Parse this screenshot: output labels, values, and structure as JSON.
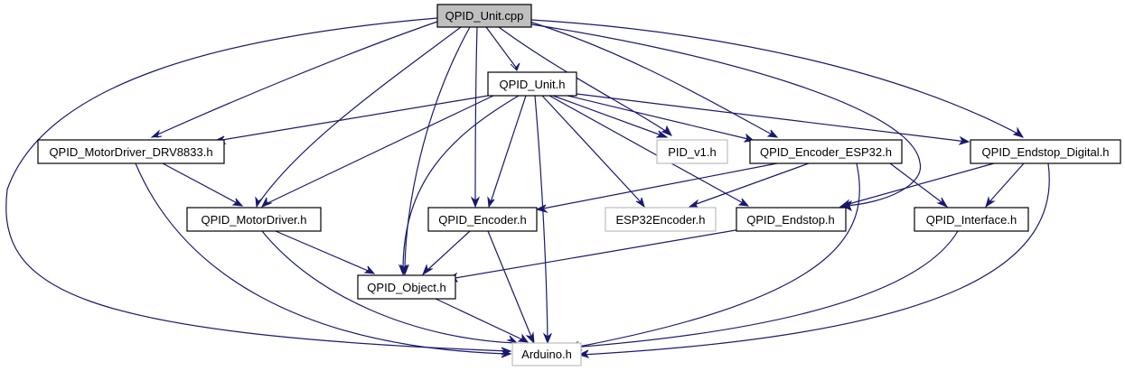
{
  "diagram": {
    "nodes": {
      "qpid_unit_cpp": {
        "label": "QPID_Unit.cpp"
      },
      "qpid_unit_h": {
        "label": "QPID_Unit.h"
      },
      "qpid_motordriver_drv8833_h": {
        "label": "QPID_MotorDriver_DRV8833.h"
      },
      "pid_v1_h": {
        "label": "PID_v1.h"
      },
      "qpid_encoder_esp32_h": {
        "label": "QPID_Encoder_ESP32.h"
      },
      "qpid_endstop_digital_h": {
        "label": "QPID_Endstop_Digital.h"
      },
      "qpid_motordriver_h": {
        "label": "QPID_MotorDriver.h"
      },
      "qpid_encoder_h": {
        "label": "QPID_Encoder.h"
      },
      "esp32encoder_h": {
        "label": "ESP32Encoder.h"
      },
      "qpid_endstop_h": {
        "label": "QPID_Endstop.h"
      },
      "qpid_interface_h": {
        "label": "QPID_Interface.h"
      },
      "qpid_object_h": {
        "label": "QPID_Object.h"
      },
      "arduino_h": {
        "label": "Arduino.h"
      }
    },
    "edges": [
      {
        "from": "qpid_unit_cpp",
        "to": "qpid_unit_h"
      },
      {
        "from": "qpid_unit_cpp",
        "to": "qpid_motordriver_drv8833_h"
      },
      {
        "from": "qpid_unit_cpp",
        "to": "pid_v1_h"
      },
      {
        "from": "qpid_unit_cpp",
        "to": "qpid_encoder_esp32_h"
      },
      {
        "from": "qpid_unit_cpp",
        "to": "qpid_endstop_digital_h"
      },
      {
        "from": "qpid_unit_cpp",
        "to": "qpid_motordriver_h"
      },
      {
        "from": "qpid_unit_cpp",
        "to": "qpid_encoder_h"
      },
      {
        "from": "qpid_unit_cpp",
        "to": "qpid_endstop_h"
      },
      {
        "from": "qpid_unit_cpp",
        "to": "qpid_object_h"
      },
      {
        "from": "qpid_unit_cpp",
        "to": "arduino_h"
      },
      {
        "from": "qpid_unit_h",
        "to": "qpid_motordriver_drv8833_h"
      },
      {
        "from": "qpid_unit_h",
        "to": "pid_v1_h"
      },
      {
        "from": "qpid_unit_h",
        "to": "qpid_encoder_esp32_h"
      },
      {
        "from": "qpid_unit_h",
        "to": "qpid_endstop_digital_h"
      },
      {
        "from": "qpid_unit_h",
        "to": "qpid_motordriver_h"
      },
      {
        "from": "qpid_unit_h",
        "to": "qpid_encoder_h"
      },
      {
        "from": "qpid_unit_h",
        "to": "esp32encoder_h"
      },
      {
        "from": "qpid_unit_h",
        "to": "qpid_endstop_h"
      },
      {
        "from": "qpid_unit_h",
        "to": "qpid_object_h"
      },
      {
        "from": "qpid_unit_h",
        "to": "arduino_h"
      },
      {
        "from": "qpid_motordriver_drv8833_h",
        "to": "qpid_motordriver_h"
      },
      {
        "from": "qpid_motordriver_drv8833_h",
        "to": "arduino_h"
      },
      {
        "from": "qpid_encoder_esp32_h",
        "to": "qpid_encoder_h"
      },
      {
        "from": "qpid_encoder_esp32_h",
        "to": "esp32encoder_h"
      },
      {
        "from": "qpid_encoder_esp32_h",
        "to": "qpid_interface_h"
      },
      {
        "from": "qpid_encoder_esp32_h",
        "to": "arduino_h"
      },
      {
        "from": "qpid_endstop_digital_h",
        "to": "qpid_endstop_h"
      },
      {
        "from": "qpid_endstop_digital_h",
        "to": "qpid_interface_h"
      },
      {
        "from": "qpid_endstop_digital_h",
        "to": "arduino_h"
      },
      {
        "from": "qpid_motordriver_h",
        "to": "qpid_object_h"
      },
      {
        "from": "qpid_motordriver_h",
        "to": "arduino_h"
      },
      {
        "from": "qpid_encoder_h",
        "to": "qpid_object_h"
      },
      {
        "from": "qpid_encoder_h",
        "to": "arduino_h"
      },
      {
        "from": "qpid_endstop_h",
        "to": "qpid_object_h"
      },
      {
        "from": "qpid_interface_h",
        "to": "arduino_h"
      },
      {
        "from": "qpid_object_h",
        "to": "arduino_h"
      }
    ],
    "colors": {
      "edge": "#191970",
      "node_border": "#000000",
      "external_border": "#bfbfbf",
      "root_fill": "#bfbfbf"
    }
  }
}
